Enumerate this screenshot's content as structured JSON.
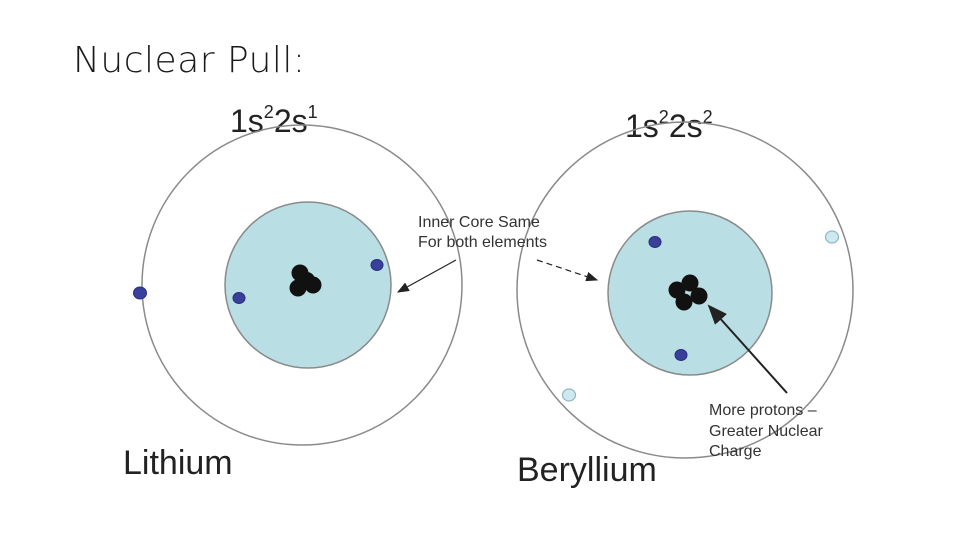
{
  "title": "Nuclear Pull:",
  "atoms": [
    {
      "name": "Lithium",
      "config": {
        "s1": "1s",
        "e1": "2",
        "s2": "2s",
        "e2": "1"
      },
      "inner_electrons": 2,
      "outer_electrons": 1
    },
    {
      "name": "Beryllium",
      "config": {
        "s1": "1s",
        "e1": "2",
        "s2": "2s",
        "e2": "2"
      },
      "inner_electrons": 2,
      "outer_electrons": 2
    }
  ],
  "annotations": {
    "inner_core": [
      "Inner Core Same",
      "For both elements"
    ],
    "protons": [
      "More protons –",
      "Greater Nuclear",
      "Charge"
    ]
  },
  "colors": {
    "core_fill": "#b9dfe4",
    "orbit_stroke": "#8a8a8a",
    "inner_electron": "#3a3f9c",
    "outer_electron_li": "#3a3f9c",
    "outer_electron_be": "#cde8ef",
    "nucleus": "#111111"
  }
}
